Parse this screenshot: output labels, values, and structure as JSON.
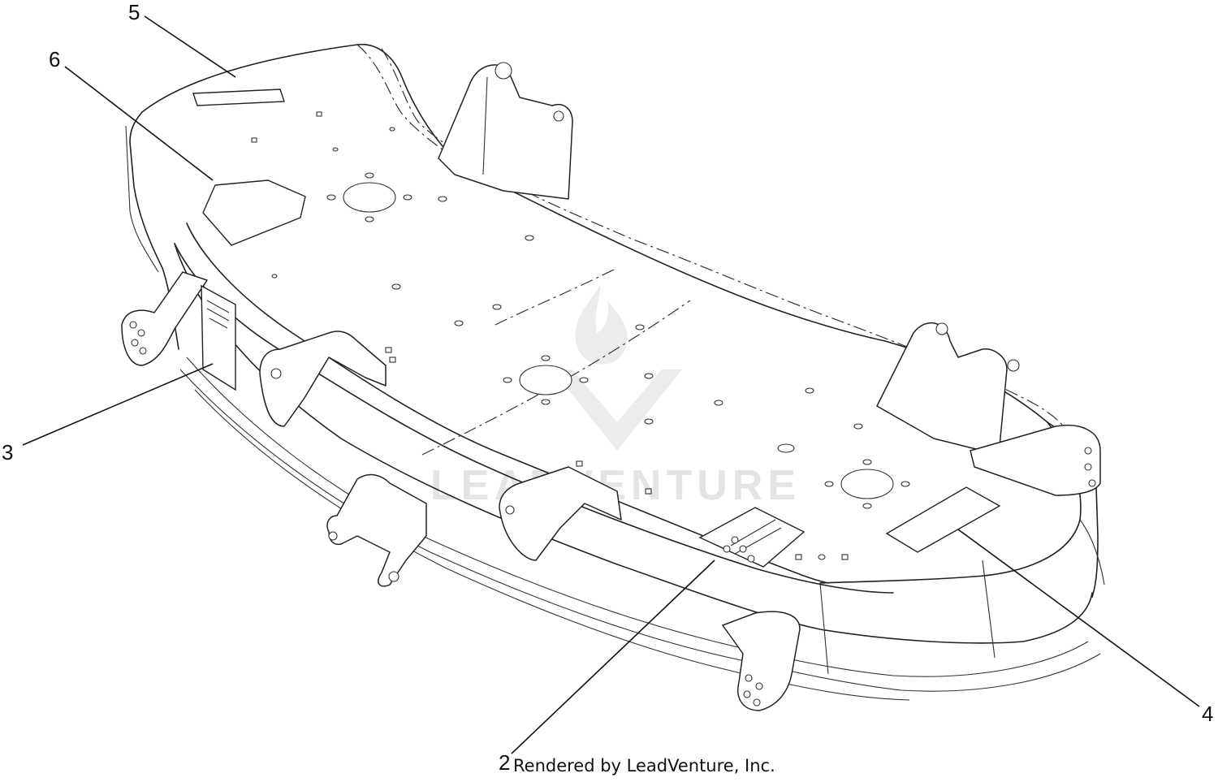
{
  "diagram": {
    "callouts": [
      {
        "id": "2",
        "label": "2"
      },
      {
        "id": "3",
        "label": "3"
      },
      {
        "id": "4",
        "label": "4"
      },
      {
        "id": "5",
        "label": "5"
      },
      {
        "id": "6",
        "label": "6"
      }
    ],
    "credit": "Rendered by LeadVenture, Inc.",
    "watermark": "LEADVENTURE"
  }
}
